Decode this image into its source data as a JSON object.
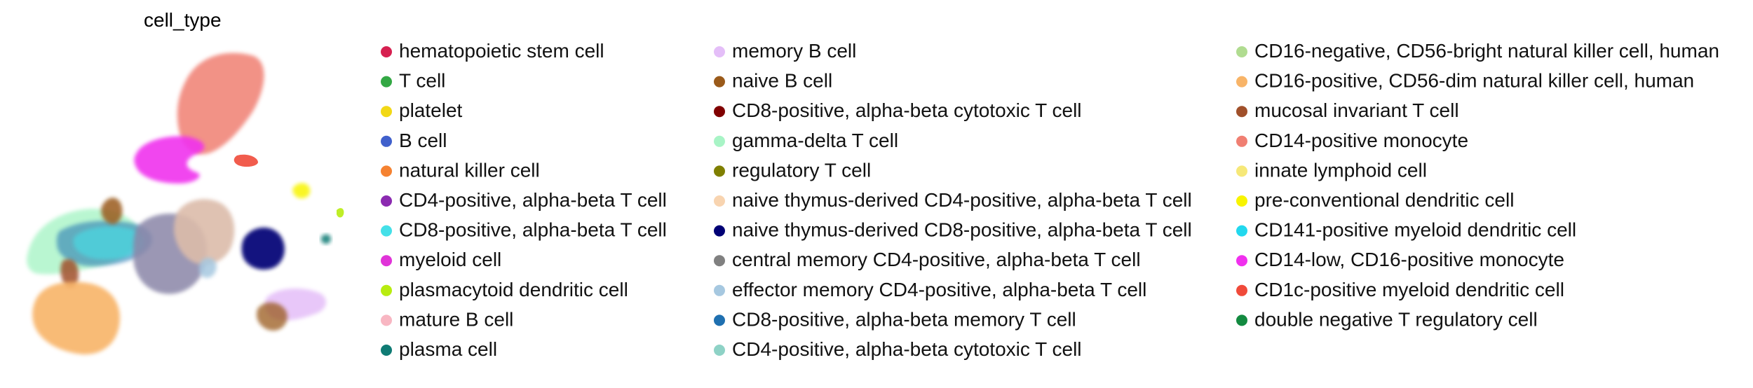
{
  "chart_data": {
    "type": "scatter",
    "title": "cell_type",
    "xlabel": "",
    "ylabel": "",
    "grid": false,
    "axes_visible": false,
    "legend_placement": "right",
    "legend_columns": 3,
    "series": [
      {
        "name": "hematopoietic stem cell",
        "color": "#d62050"
      },
      {
        "name": "T cell",
        "color": "#33a844"
      },
      {
        "name": "platelet",
        "color": "#f2d816"
      },
      {
        "name": "B cell",
        "color": "#4060cc"
      },
      {
        "name": "natural killer cell",
        "color": "#f58231"
      },
      {
        "name": "CD4-positive, alpha-beta T cell",
        "color": "#8b2ab0"
      },
      {
        "name": "CD8-positive, alpha-beta T cell",
        "color": "#44e0e8"
      },
      {
        "name": "myeloid cell",
        "color": "#e033d8"
      },
      {
        "name": "plasmacytoid dendritic cell",
        "color": "#b8ec10"
      },
      {
        "name": "mature B cell",
        "color": "#f8b6c2"
      },
      {
        "name": "plasma cell",
        "color": "#0f7b74"
      },
      {
        "name": "memory B cell",
        "color": "#e4bef8"
      },
      {
        "name": "naive B cell",
        "color": "#9a5a1a"
      },
      {
        "name": "CD8-positive, alpha-beta cytotoxic T cell",
        "color": "#800000"
      },
      {
        "name": "gamma-delta T cell",
        "color": "#a8f4c6"
      },
      {
        "name": "regulatory T cell",
        "color": "#7f7f00"
      },
      {
        "name": "naive thymus-derived CD4-positive, alpha-beta T cell",
        "color": "#f8d4b0"
      },
      {
        "name": "naive thymus-derived CD8-positive, alpha-beta T cell",
        "color": "#000075"
      },
      {
        "name": "central memory CD4-positive, alpha-beta T cell",
        "color": "#808080"
      },
      {
        "name": "effector memory CD4-positive, alpha-beta T cell",
        "color": "#a6c8e0"
      },
      {
        "name": "CD8-positive, alpha-beta memory T cell",
        "color": "#1f70b0"
      },
      {
        "name": "CD4-positive, alpha-beta cytotoxic T cell",
        "color": "#8ed2c6"
      },
      {
        "name": "CD16-negative, CD56-bright natural killer cell, human",
        "color": "#b0dc90"
      },
      {
        "name": "CD16-positive, CD56-dim natural killer cell, human",
        "color": "#f8b468"
      },
      {
        "name": "mucosal invariant T cell",
        "color": "#a0502a"
      },
      {
        "name": "CD14-positive monocyte",
        "color": "#f07f72"
      },
      {
        "name": "innate lymphoid cell",
        "color": "#f6e878"
      },
      {
        "name": "pre-conventional dendritic cell",
        "color": "#f8f400"
      },
      {
        "name": "CD141-positive myeloid dendritic cell",
        "color": "#22d8ee"
      },
      {
        "name": "CD14-low, CD16-positive monocyte",
        "color": "#f030ee"
      },
      {
        "name": "CD1c-positive myeloid dendritic cell",
        "color": "#f04a3a"
      },
      {
        "name": "double negative T regulatory cell",
        "color": "#138a40"
      }
    ]
  }
}
